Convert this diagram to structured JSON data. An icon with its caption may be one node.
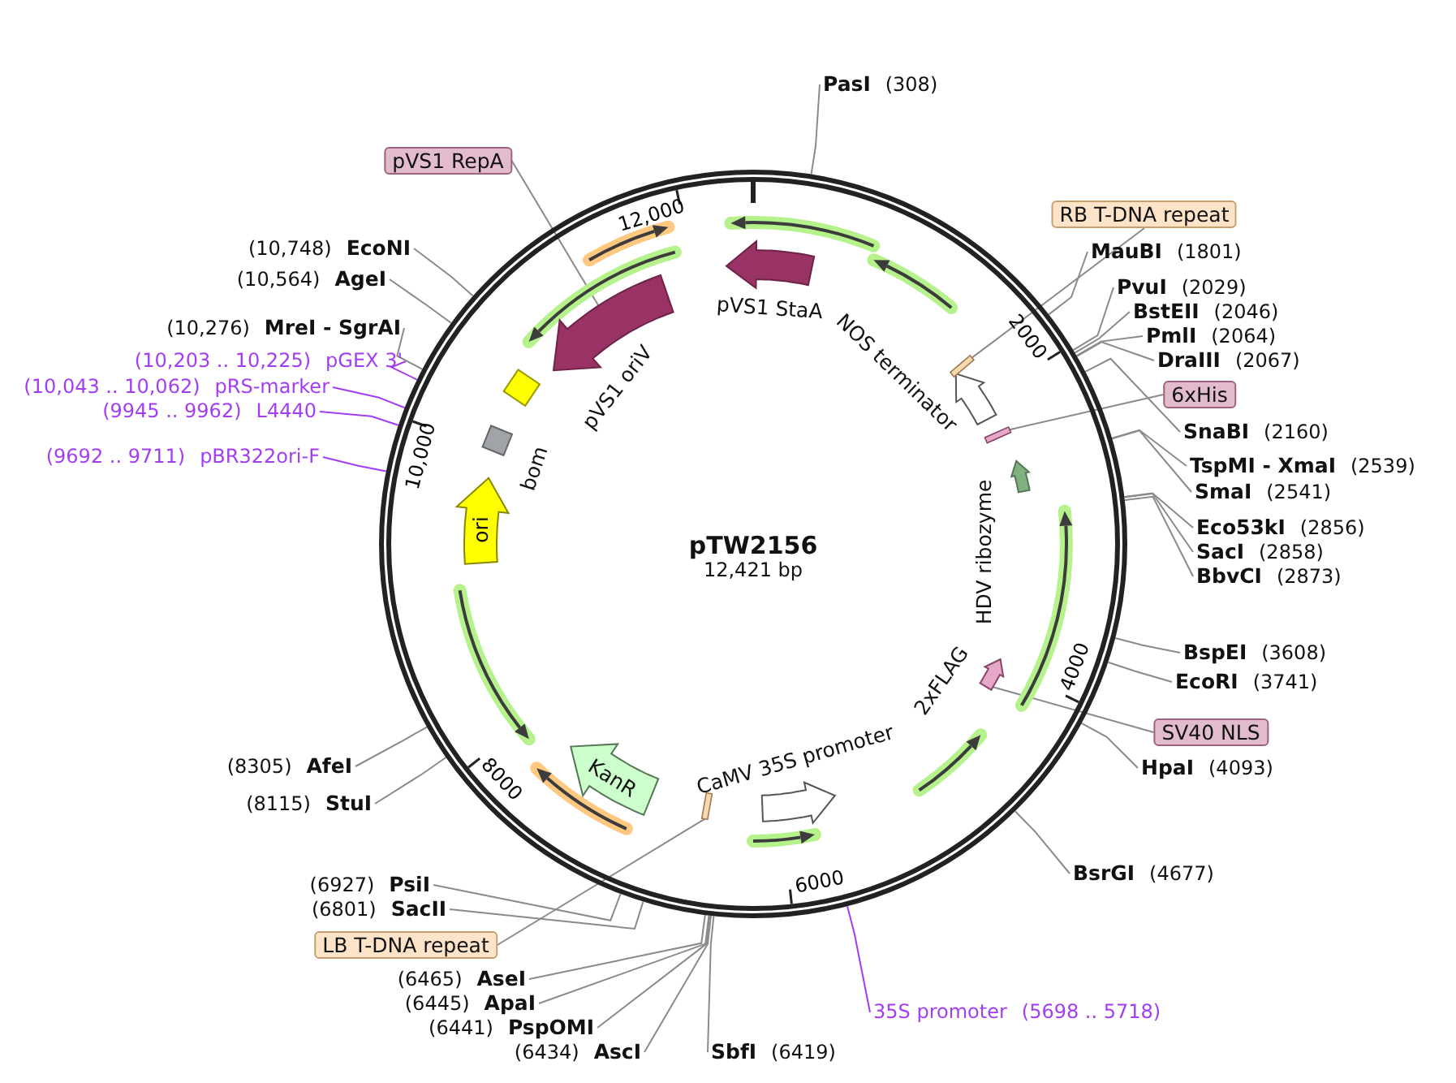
{
  "diagram": {
    "nodes": [
      {
        "text": [
          "pTW2156",
          "12,421 bp"
        ]
      },
      {
        "text": [
          "PasI",
          "(308)"
        ]
      },
      {
        "text": [
          "RB T-DNA repeat"
        ]
      },
      {
        "text": [
          "MauBI",
          "(1801)"
        ]
      },
      {
        "text": [
          "PvuI",
          "(2029)"
        ]
      },
      {
        "text": [
          "BstEII",
          "(2046)"
        ]
      },
      {
        "text": [
          "PmlI",
          "(2064)"
        ]
      },
      {
        "text": [
          "DraIII",
          "(2067)"
        ]
      },
      {
        "text": [
          "6xHis"
        ]
      },
      {
        "text": [
          "SnaBI",
          "(2160)"
        ]
      },
      {
        "text": [
          "TspMI - XmaI",
          "(2539)"
        ]
      },
      {
        "text": [
          "SmaI",
          "(2541)"
        ]
      },
      {
        "text": [
          "Eco53kI",
          "(2856)"
        ]
      },
      {
        "text": [
          "SacI",
          "(2858)"
        ]
      },
      {
        "text": [
          "BbvCI",
          "(2873)"
        ]
      },
      {
        "text": [
          "BspEI",
          "(3608)"
        ]
      },
      {
        "text": [
          "EcoRI",
          "(3741)"
        ]
      },
      {
        "text": [
          "SV40 NLS"
        ]
      },
      {
        "text": [
          "HpaI",
          "(4093)"
        ]
      },
      {
        "text": [
          "BsrGI",
          "(4677)"
        ]
      },
      {
        "text": [
          "35S promoter",
          "(5698 .. 5718)"
        ]
      },
      {
        "text": [
          "SbfI",
          "(6419)"
        ]
      },
      {
        "text": [
          "(6434)",
          "AscI"
        ]
      },
      {
        "text": [
          "(6441)",
          "PspOMI"
        ]
      },
      {
        "text": [
          "(6445)",
          "ApaI"
        ]
      },
      {
        "text": [
          "(6465)",
          "AseI"
        ]
      },
      {
        "text": [
          "LB T-DNA repeat"
        ]
      },
      {
        "text": [
          "(6801)",
          "SacII"
        ]
      },
      {
        "text": [
          "(6927)",
          "PsiI"
        ]
      },
      {
        "text": [
          "(8115)",
          "StuI"
        ]
      },
      {
        "text": [
          "(8305)",
          "AfeI"
        ]
      },
      {
        "text": [
          "(9692 .. 9711)",
          "pBR322ori-F"
        ]
      },
      {
        "text": [
          "(9945 .. 9962)",
          "L4440"
        ]
      },
      {
        "text": [
          "(10,043 .. 10,062)",
          "pRS-marker"
        ]
      },
      {
        "text": [
          "(10,203 .. 10,225)",
          "pGEX 3'"
        ]
      },
      {
        "text": [
          "(10,276)",
          "MreI - SgrAI"
        ]
      },
      {
        "text": [
          "(10,564)",
          "AgeI"
        ]
      },
      {
        "text": [
          "(10,748)",
          "EcoNI"
        ]
      },
      {
        "text": [
          "pVS1 RepA"
        ]
      },
      {
        "text": [
          "pVS1 StaA"
        ],
        "in": 0
      },
      {
        "text": [
          "NOS terminator"
        ],
        "in": 0
      },
      {
        "text": [
          "HDV ribozyme"
        ],
        "in": 0
      },
      {
        "text": [
          "2xFLAG"
        ],
        "in": 0
      },
      {
        "text": [
          "CaMV 35S promoter"
        ],
        "in": 0
      },
      {
        "text": [
          "KanR"
        ],
        "in": 0
      },
      {
        "text": [
          "ori"
        ],
        "in": 0
      },
      {
        "text": [
          "bom"
        ],
        "in": 0
      },
      {
        "text": [
          "pVS1 oriV"
        ],
        "in": 0
      },
      {
        "text": [],
        "shape": "arrow",
        "in": 0
      },
      {
        "text": [],
        "shape": "bar",
        "in": 0
      },
      {
        "text": [],
        "shape": "bar",
        "in": 0
      },
      {
        "text": [],
        "shape": "bar",
        "in": 0
      }
    ],
    "edges": [
      {
        "from": 1,
        "to": 0,
        "arrow": "none"
      },
      {
        "from": 2,
        "to": 49,
        "arrow": "none"
      },
      {
        "from": 3,
        "to": 0,
        "arrow": "none"
      },
      {
        "from": 4,
        "to": 0,
        "arrow": "none"
      },
      {
        "from": 5,
        "to": 0,
        "arrow": "none"
      },
      {
        "from": 6,
        "to": 0,
        "arrow": "none"
      },
      {
        "from": 7,
        "to": 0,
        "arrow": "none"
      },
      {
        "from": 8,
        "to": 51,
        "arrow": "none"
      },
      {
        "from": 9,
        "to": 0,
        "arrow": "none"
      },
      {
        "from": 10,
        "to": 0,
        "arrow": "none"
      },
      {
        "from": 11,
        "to": 0,
        "arrow": "none"
      },
      {
        "from": 12,
        "to": 0,
        "arrow": "none"
      },
      {
        "from": 13,
        "to": 0,
        "arrow": "none"
      },
      {
        "from": 14,
        "to": 0,
        "arrow": "none"
      },
      {
        "from": 15,
        "to": 0,
        "arrow": "none"
      },
      {
        "from": 16,
        "to": 0,
        "arrow": "none"
      },
      {
        "from": 17,
        "to": 42,
        "arrow": "none"
      },
      {
        "from": 18,
        "to": 0,
        "arrow": "none"
      },
      {
        "from": 19,
        "to": 0,
        "arrow": "none"
      },
      {
        "from": 20,
        "to": 0,
        "arrow": "none",
        "color": "#a33df5"
      },
      {
        "from": 21,
        "to": 0,
        "arrow": "none"
      },
      {
        "from": 22,
        "to": 0,
        "arrow": "none"
      },
      {
        "from": 23,
        "to": 0,
        "arrow": "none"
      },
      {
        "from": 24,
        "to": 0,
        "arrow": "none"
      },
      {
        "from": 25,
        "to": 0,
        "arrow": "none"
      },
      {
        "from": 26,
        "to": 50,
        "arrow": "none"
      },
      {
        "from": 27,
        "to": 0,
        "arrow": "none"
      },
      {
        "from": 28,
        "to": 0,
        "arrow": "none"
      },
      {
        "from": 29,
        "to": 0,
        "arrow": "none"
      },
      {
        "from": 30,
        "to": 0,
        "arrow": "none"
      },
      {
        "from": 31,
        "to": 0,
        "arrow": "none",
        "color": "#a33df5"
      },
      {
        "from": 32,
        "to": 0,
        "arrow": "none",
        "color": "#a33df5"
      },
      {
        "from": 33,
        "to": 0,
        "arrow": "none",
        "color": "#a33df5"
      },
      {
        "from": 34,
        "to": 0,
        "arrow": "none",
        "color": "#a33df5"
      },
      {
        "from": 35,
        "to": 0,
        "arrow": "none"
      },
      {
        "from": 36,
        "to": 0,
        "arrow": "none"
      },
      {
        "from": 37,
        "to": 0,
        "arrow": "none"
      },
      {
        "from": 38,
        "to": 48,
        "arrow": "none"
      }
    ],
    "labels": [
      "12,000",
      "2000",
      "4000",
      "6000",
      "8000",
      "10,000"
    ]
  }
}
